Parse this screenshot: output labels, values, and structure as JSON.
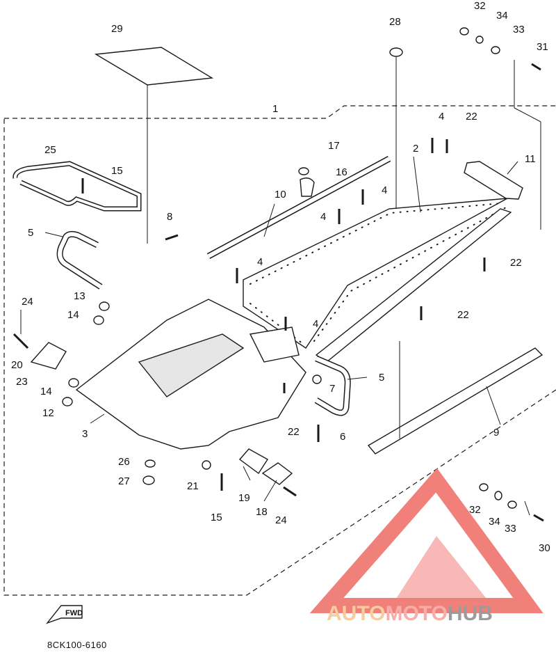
{
  "diagram": {
    "code": "8CK100-6160",
    "fwd_label": "FWD",
    "callouts": [
      {
        "id": "c1",
        "label": "1"
      },
      {
        "id": "c2",
        "label": "2"
      },
      {
        "id": "c3",
        "label": "3"
      },
      {
        "id": "c4a",
        "label": "4"
      },
      {
        "id": "c4b",
        "label": "4"
      },
      {
        "id": "c4c",
        "label": "4"
      },
      {
        "id": "c4d",
        "label": "4"
      },
      {
        "id": "c4e",
        "label": "4"
      },
      {
        "id": "c5a",
        "label": "5"
      },
      {
        "id": "c5b",
        "label": "5"
      },
      {
        "id": "c6",
        "label": "6"
      },
      {
        "id": "c7",
        "label": "7"
      },
      {
        "id": "c8",
        "label": "8"
      },
      {
        "id": "c9",
        "label": "9"
      },
      {
        "id": "c10",
        "label": "10"
      },
      {
        "id": "c11",
        "label": "11"
      },
      {
        "id": "c12",
        "label": "12"
      },
      {
        "id": "c13",
        "label": "13"
      },
      {
        "id": "c14a",
        "label": "14"
      },
      {
        "id": "c14b",
        "label": "14"
      },
      {
        "id": "c15a",
        "label": "15"
      },
      {
        "id": "c15b",
        "label": "15"
      },
      {
        "id": "c16",
        "label": "16"
      },
      {
        "id": "c17",
        "label": "17"
      },
      {
        "id": "c18",
        "label": "18"
      },
      {
        "id": "c19",
        "label": "19"
      },
      {
        "id": "c20",
        "label": "20"
      },
      {
        "id": "c21",
        "label": "21"
      },
      {
        "id": "c22a",
        "label": "22"
      },
      {
        "id": "c22b",
        "label": "22"
      },
      {
        "id": "c22c",
        "label": "22"
      },
      {
        "id": "c22d",
        "label": "22"
      },
      {
        "id": "c23",
        "label": "23"
      },
      {
        "id": "c24a",
        "label": "24"
      },
      {
        "id": "c24b",
        "label": "24"
      },
      {
        "id": "c25",
        "label": "25"
      },
      {
        "id": "c26",
        "label": "26"
      },
      {
        "id": "c27",
        "label": "27"
      },
      {
        "id": "c28",
        "label": "28"
      },
      {
        "id": "c29",
        "label": "29"
      },
      {
        "id": "c30",
        "label": "30"
      },
      {
        "id": "c31",
        "label": "31"
      },
      {
        "id": "c32a",
        "label": "32"
      },
      {
        "id": "c32b",
        "label": "32"
      },
      {
        "id": "c33a",
        "label": "33"
      },
      {
        "id": "c33b",
        "label": "33"
      },
      {
        "id": "c34a",
        "label": "34"
      },
      {
        "id": "c34b",
        "label": "34"
      }
    ]
  },
  "watermark": {
    "part1": "AUTO",
    "part2": "MOTO",
    "part3": "HUB",
    "colors": {
      "auto": "#f5c58f",
      "moto": "#f4a09a",
      "hub": "#8a8a8a",
      "triangle": "#ee6a63"
    }
  }
}
